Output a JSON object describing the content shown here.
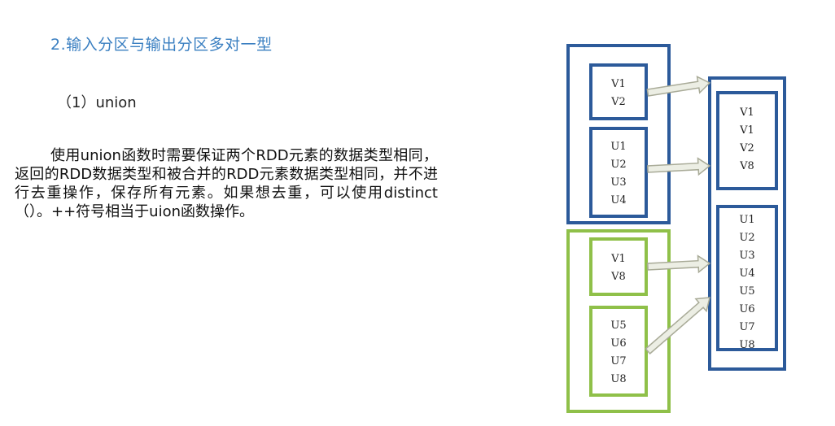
{
  "heading": "2.输入分区与输出分区多对一型",
  "subheading": "（1）union",
  "paragraph": "使用union函数时需要保证两个RDD元素的数据类型相同，返回的RDD数据类型和被合并的RDD元素数据类型相同，并不进行去重操作，保存所有元素。如果想去重，可以使用distinct（）。++符号相当于uion函数操作。",
  "diagram": {
    "input_rdd1": {
      "partition1": [
        "V1",
        "V2"
      ],
      "partition2": [
        "U1",
        "U2",
        "U3",
        "U4"
      ]
    },
    "input_rdd2": {
      "partition1": [
        "V1",
        "V8"
      ],
      "partition2": [
        "U5",
        "U6",
        "U7",
        "U8"
      ]
    },
    "output_rdd": {
      "partition1": [
        "V1",
        "V1",
        "V2",
        "V8"
      ],
      "partition2": [
        "U1",
        "U2",
        "U3",
        "U4",
        "U5",
        "U6",
        "U7",
        "U8"
      ]
    },
    "colors": {
      "rdd1_border": "#2c5a9a",
      "rdd2_border": "#8fc049",
      "output_border": "#2c5a9a",
      "arrow_fill": "#eceee4",
      "arrow_stroke": "#a9ab98"
    }
  }
}
